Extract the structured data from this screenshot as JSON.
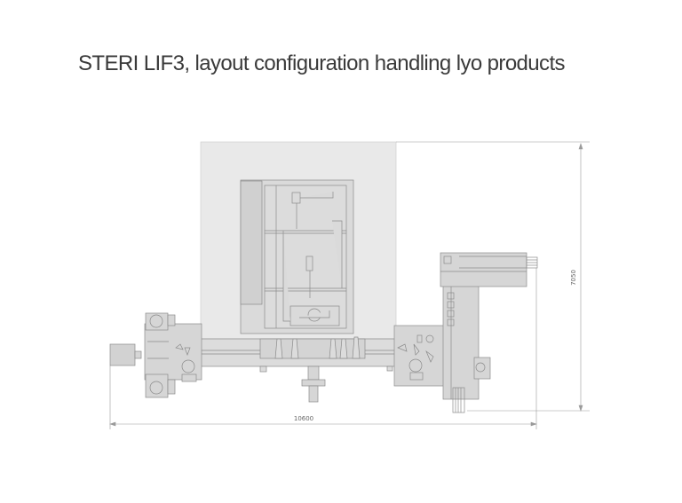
{
  "title": "STERI LIF3, layout configuration handling lyo products",
  "dimensions": {
    "width_label": "10600",
    "height_label": "7050"
  },
  "colors": {
    "room": "#e8e8e8",
    "machine": "#d6d6d6",
    "outline": "#8a8a8a",
    "dimension_line": "#999999"
  }
}
